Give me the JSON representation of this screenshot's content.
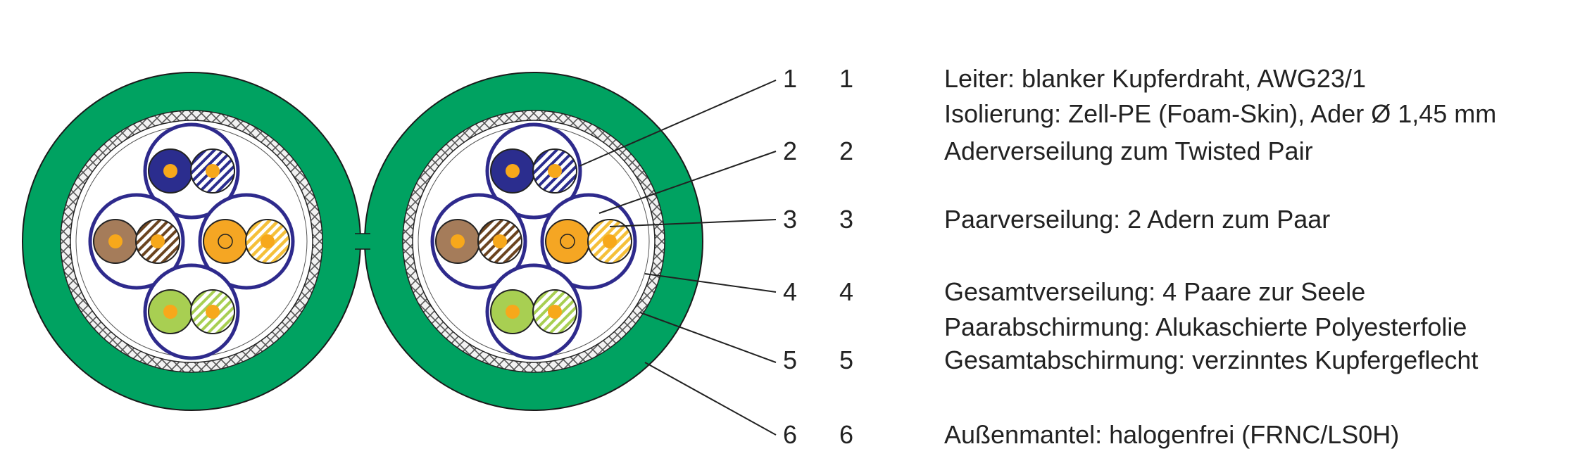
{
  "colors": {
    "jacket": "#00a261",
    "pair_screen": "#2e2a8c",
    "conductor": "#f7a81b",
    "wire_blue": "#2b2d8e",
    "wire_brown": "#a57c5a",
    "wire_orange": "#f5a623",
    "wire_green": "#a8cf52",
    "text": "#222222"
  },
  "legend": [
    {
      "callout": "1",
      "number": "1",
      "lines": [
        "Leiter: blanker Kupferdraht, AWG23/1",
        "Isolierung: Zell-PE (Foam-Skin), Ader Ø 1,45 mm"
      ]
    },
    {
      "callout": "2",
      "number": "2",
      "lines": [
        "Aderverseilung zum Twisted Pair"
      ]
    },
    {
      "callout": "3",
      "number": "3",
      "lines": [
        "Paarverseilung: 2 Adern zum Paar"
      ]
    },
    {
      "callout": "4",
      "number": "4",
      "lines": [
        "Gesamtverseilung: 4 Paare zur Seele",
        "Paarabschirmung: Alukaschierte Polyesterfolie"
      ]
    },
    {
      "callout": "5",
      "number": "5",
      "lines": [
        "Gesamtabschirmung: verzinntes Kupfergeflecht"
      ]
    },
    {
      "callout": "6",
      "number": "6",
      "lines": [
        "Außenmantel: halogenfrei (FRNC/LS0H)"
      ]
    }
  ]
}
